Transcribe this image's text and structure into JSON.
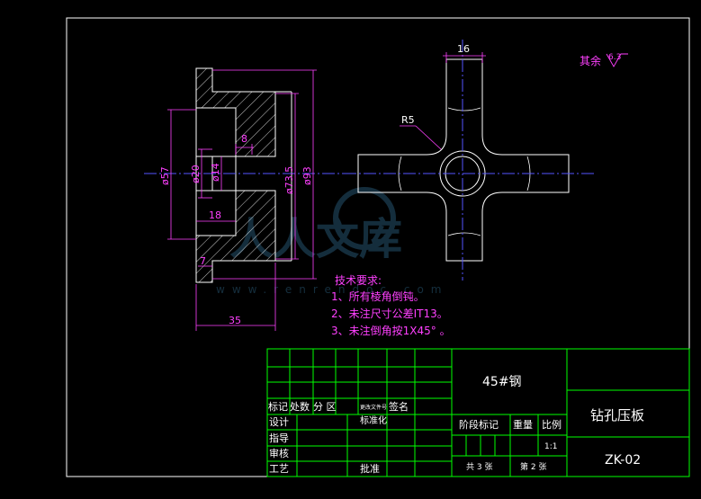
{
  "surface_finish_note": {
    "text": "其余",
    "symbol_value": "6.3"
  },
  "side_view": {
    "dimensions": {
      "d57": "ø57",
      "d20": "ø20",
      "d14": "ø14",
      "d73": "ø73.5",
      "d93": "ø93",
      "w8": "8",
      "w18": "18",
      "w7": "7",
      "w35": "35"
    }
  },
  "top_view": {
    "dimensions": {
      "w16": "16",
      "r5": "R5"
    }
  },
  "tech_requirements": {
    "title": "技术要求:",
    "items": [
      "1、所有棱角倒钝。",
      "2、未注尺寸公差IT13。",
      "3、未注倒角按1X45° 。"
    ]
  },
  "watermark": {
    "text": "人人文库",
    "url": "www.renrendoc.com"
  },
  "title_block": {
    "material": "45#钢",
    "part_name": "钻孔压板",
    "drawing_no": "ZK-02",
    "row_labels": {
      "biaoji": "标记",
      "chushu": "处数",
      "fenqu": "分  区",
      "gengai": "更改文件号",
      "qianming": "签名",
      "sheji": "设计",
      "biaozhunhua": "标准化",
      "zhidao": "指导",
      "shenhe": "审核",
      "gongyi": "工艺",
      "pizhun": "批准"
    },
    "stage_mark": "阶段标记",
    "weight": "重量",
    "scale_label": "比例",
    "scale_value": "1:1",
    "total_sheets": "共 3 张",
    "sheet_no": "第 2 张"
  }
}
